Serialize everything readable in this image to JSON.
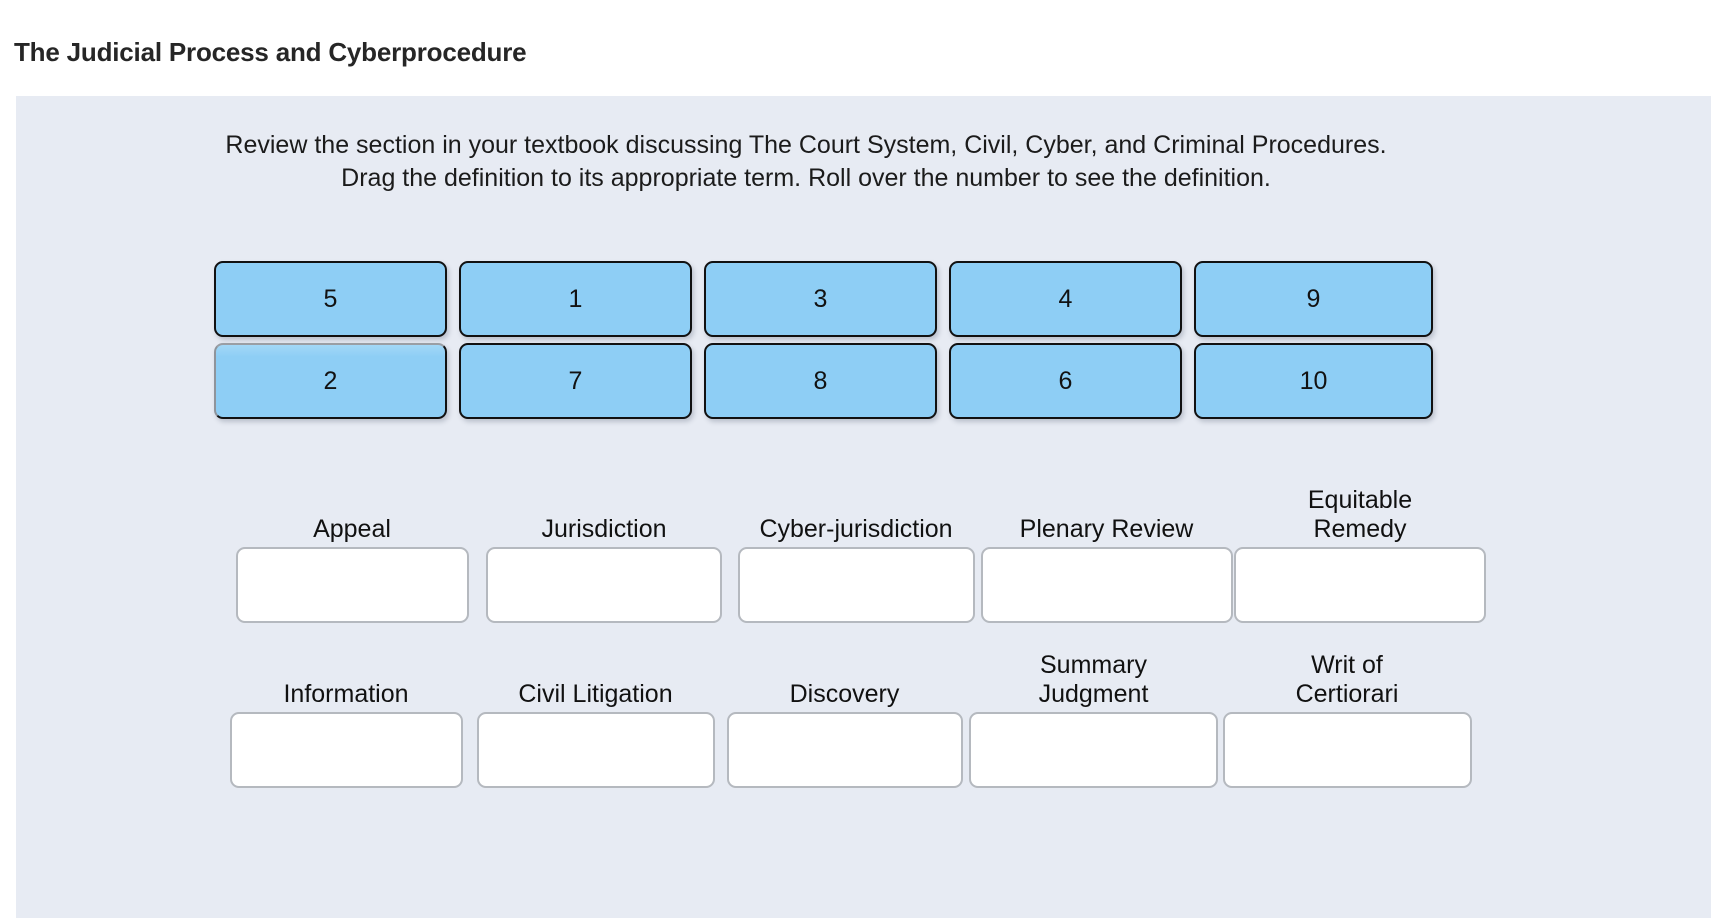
{
  "page": {
    "title": "The Judicial Process and Cyberprocedure",
    "panel_background": "#e7ebf3",
    "tile_color": "#8ecef5",
    "tile_border_color": "#111111",
    "dropzone_border_color": "#b5b9bf"
  },
  "instructions": {
    "line1": "Review the section in your textbook discussing The Court System, Civil, Cyber, and Criminal Procedures.",
    "line2": "Drag the definition to its appropriate term. Roll over the number to see the definition."
  },
  "tiles": {
    "row1": [
      {
        "number": "5"
      },
      {
        "number": "1"
      },
      {
        "number": "3"
      },
      {
        "number": "4"
      },
      {
        "number": "9"
      }
    ],
    "row2": [
      {
        "number": "2"
      },
      {
        "number": "7"
      },
      {
        "number": "8"
      },
      {
        "number": "6"
      },
      {
        "number": "10"
      }
    ]
  },
  "terms": {
    "row1": [
      {
        "label": "Appeal",
        "answer": ""
      },
      {
        "label": "Jurisdiction",
        "answer": ""
      },
      {
        "label": "Cyber-jurisdiction",
        "answer": ""
      },
      {
        "label": "Plenary Review",
        "answer": ""
      },
      {
        "label": "Equitable\nRemedy",
        "answer": ""
      }
    ],
    "row2": [
      {
        "label": "Information",
        "answer": ""
      },
      {
        "label": "Civil Litigation",
        "answer": ""
      },
      {
        "label": "Discovery",
        "answer": ""
      },
      {
        "label": "Summary\nJudgment",
        "answer": ""
      },
      {
        "label": "Writ of\nCertiorari",
        "answer": ""
      }
    ]
  }
}
